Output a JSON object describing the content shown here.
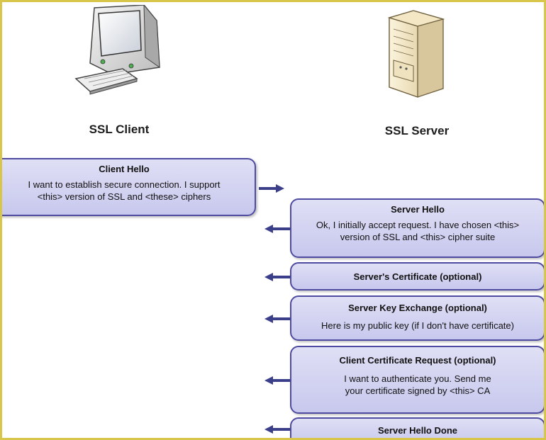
{
  "actors": {
    "client": {
      "label": "SSL Client",
      "icon": "computer-icon"
    },
    "server": {
      "label": "SSL Server",
      "icon": "server-icon"
    }
  },
  "messages": [
    {
      "title": "Client Hello",
      "body": "I want to establish secure connection. I support\n<this> version of SSL and <these> ciphers",
      "direction": "client-to-server"
    },
    {
      "title": "Server Hello",
      "body": "Ok, I initially accept request. I have chosen <this>\nversion of SSL and <this> cipher suite",
      "direction": "server-to-client"
    },
    {
      "title": "Server's Certificate (optional)",
      "body": "",
      "direction": "server-to-client"
    },
    {
      "title": "Server Key Exchange (optional)",
      "body": "Here is my public key (if I don't have certificate)",
      "direction": "server-to-client"
    },
    {
      "title": "Client Certificate Request (optional)",
      "body": "I want to authenticate you. Send me\nyour certificate signed by <this> CA",
      "direction": "server-to-client"
    },
    {
      "title": "Server Hello Done",
      "body": "",
      "direction": "server-to-client"
    }
  ],
  "colors": {
    "box_border": "#4f4ba0",
    "box_fill": "#c8c8ee",
    "arrow": "#3b3f8a",
    "frame": "#d8c64a"
  }
}
